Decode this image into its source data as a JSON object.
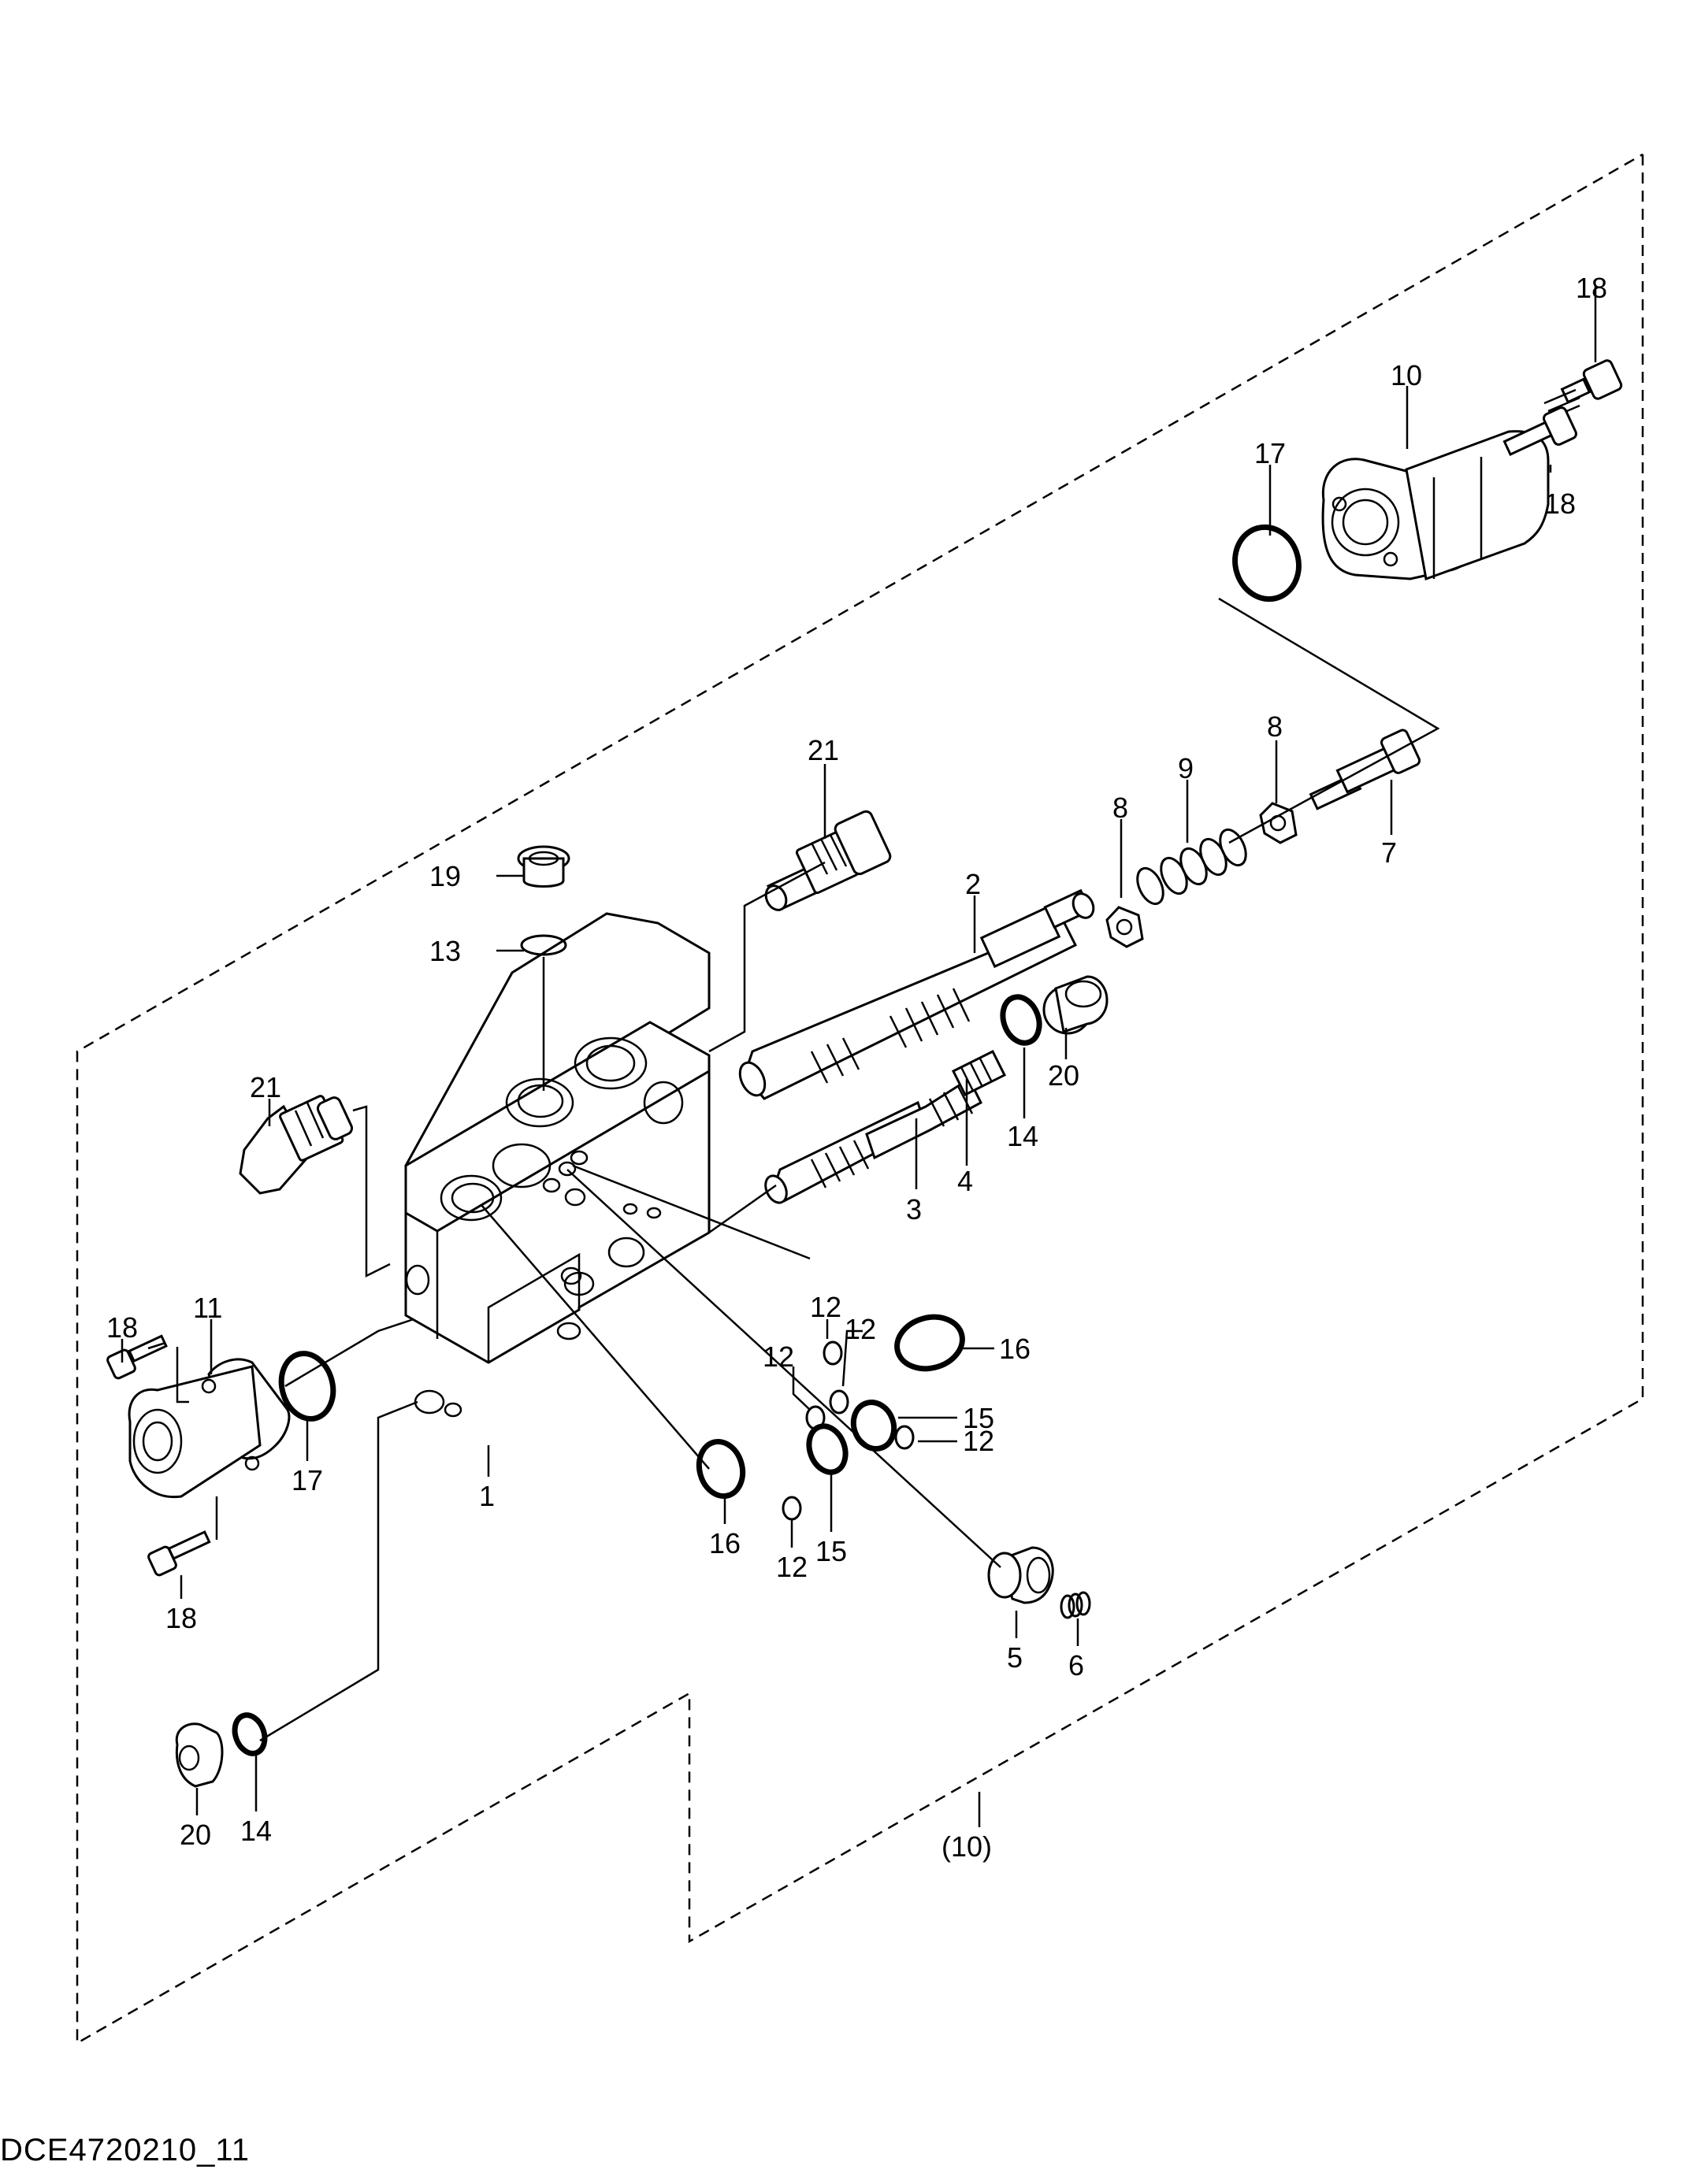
{
  "diagram": {
    "drawing_code": "DCE4720210_11",
    "callouts": [
      {
        "id": "c18a",
        "text": "18"
      },
      {
        "id": "c10a",
        "text": "10"
      },
      {
        "id": "c17a",
        "text": "17"
      },
      {
        "id": "c18b",
        "text": "18"
      },
      {
        "id": "c8a",
        "text": "8"
      },
      {
        "id": "c9",
        "text": "9"
      },
      {
        "id": "c8b",
        "text": "8"
      },
      {
        "id": "c7",
        "text": "7"
      },
      {
        "id": "c21a",
        "text": "21"
      },
      {
        "id": "c19",
        "text": "19"
      },
      {
        "id": "c13",
        "text": "13"
      },
      {
        "id": "c2",
        "text": "2"
      },
      {
        "id": "c21b",
        "text": "21"
      },
      {
        "id": "c20a",
        "text": "20"
      },
      {
        "id": "c14a",
        "text": "14"
      },
      {
        "id": "c4",
        "text": "4"
      },
      {
        "id": "c3",
        "text": "3"
      },
      {
        "id": "c18c",
        "text": "18"
      },
      {
        "id": "c11",
        "text": "11"
      },
      {
        "id": "c12a",
        "text": "12"
      },
      {
        "id": "c12b",
        "text": "12"
      },
      {
        "id": "c12c",
        "text": "12"
      },
      {
        "id": "c16a",
        "text": "16"
      },
      {
        "id": "c15a",
        "text": "15"
      },
      {
        "id": "c12d",
        "text": "12"
      },
      {
        "id": "c17b",
        "text": "17"
      },
      {
        "id": "c1",
        "text": "1"
      },
      {
        "id": "c16b",
        "text": "16"
      },
      {
        "id": "c15b",
        "text": "15"
      },
      {
        "id": "c12e",
        "text": "12"
      },
      {
        "id": "c18d",
        "text": "18"
      },
      {
        "id": "c5",
        "text": "5"
      },
      {
        "id": "c6",
        "text": "6"
      },
      {
        "id": "c20b",
        "text": "20"
      },
      {
        "id": "c14b",
        "text": "14"
      },
      {
        "id": "c10b",
        "text": "(10)"
      }
    ]
  }
}
